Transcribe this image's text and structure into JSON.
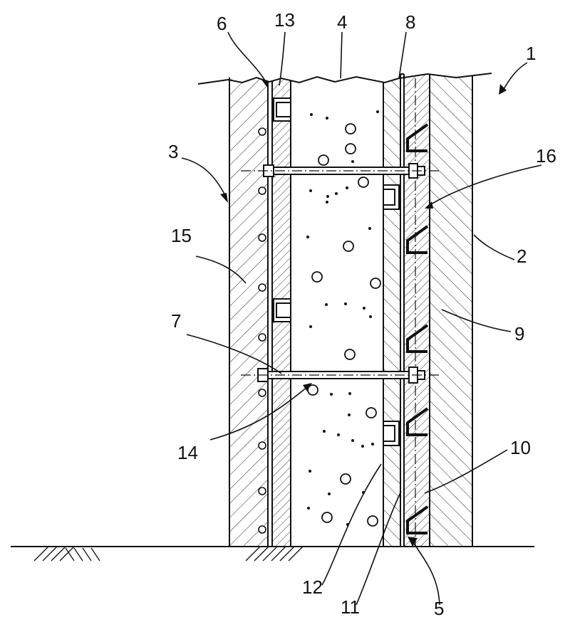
{
  "figure": {
    "reference_labels": [
      {
        "id": "ref-1",
        "text": "1"
      },
      {
        "id": "ref-2",
        "text": "2"
      },
      {
        "id": "ref-3",
        "text": "3"
      },
      {
        "id": "ref-4",
        "text": "4"
      },
      {
        "id": "ref-5",
        "text": "5"
      },
      {
        "id": "ref-6",
        "text": "6"
      },
      {
        "id": "ref-7",
        "text": "7"
      },
      {
        "id": "ref-8",
        "text": "8"
      },
      {
        "id": "ref-9",
        "text": "9"
      },
      {
        "id": "ref-10",
        "text": "10"
      },
      {
        "id": "ref-11",
        "text": "11"
      },
      {
        "id": "ref-12",
        "text": "12"
      },
      {
        "id": "ref-13",
        "text": "13"
      },
      {
        "id": "ref-14",
        "text": "14"
      },
      {
        "id": "ref-15",
        "text": "15"
      },
      {
        "id": "ref-16",
        "text": "16"
      }
    ]
  }
}
